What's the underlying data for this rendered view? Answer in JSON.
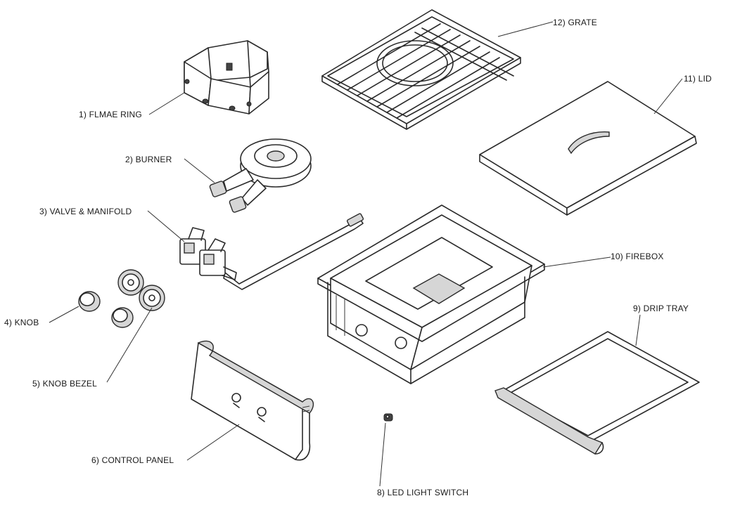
{
  "labels": {
    "flame_ring": "1) FLMAE RING",
    "burner": "2) BURNER",
    "valve_manifold": "3) VALVE & MANIFOLD",
    "knob": "4) KNOB",
    "knob_bezel": "5) KNOB BEZEL",
    "control_panel": "6) CONTROL PANEL",
    "led_light_switch": "8) LED LIGHT SWITCH",
    "drip_tray": "9) DRIP TRAY",
    "firebox": "10) FIREBOX",
    "lid": "11) LID",
    "grate": "12) GRATE"
  }
}
